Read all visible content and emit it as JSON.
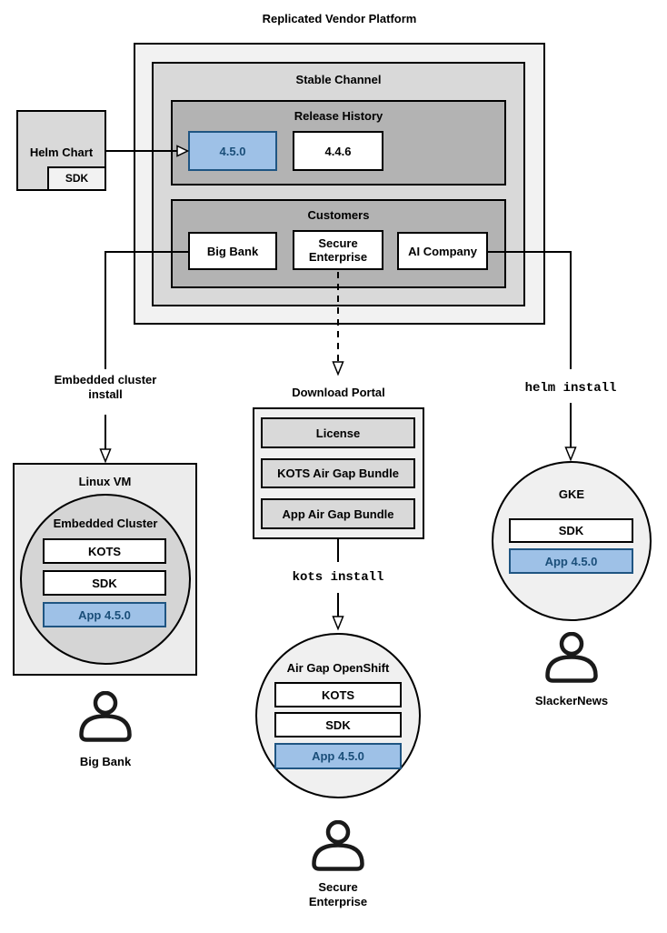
{
  "title": "Replicated Vendor Platform",
  "platform": {
    "stable_channel": {
      "label": "Stable Channel",
      "release_history": {
        "label": "Release History",
        "releases": [
          "4.5.0",
          "4.4.6"
        ]
      },
      "customers": {
        "label": "Customers",
        "items": [
          "Big Bank",
          "Secure Enterprise",
          "AI Company"
        ]
      }
    }
  },
  "helm_chart": {
    "label": "Helm Chart",
    "sdk_label": "SDK"
  },
  "branches": {
    "embedded": {
      "install_label": "Embedded cluster install",
      "host_label": "Linux VM",
      "cluster_label": "Embedded Cluster",
      "components": [
        "KOTS",
        "SDK"
      ],
      "app_label": "App 4.5.0",
      "user_label": "Big Bank"
    },
    "airgap": {
      "portal_label": "Download Portal",
      "portal_items": [
        "License",
        "KOTS Air Gap Bundle",
        "App Air Gap Bundle"
      ],
      "install_label": "kots install",
      "cluster_label": "Air Gap OpenShift",
      "components": [
        "KOTS",
        "SDK"
      ],
      "app_label": "App 4.5.0",
      "user_label": "Secure Enterprise"
    },
    "helm": {
      "install_label": "helm install",
      "cluster_label": "GKE",
      "components": [
        "SDK"
      ],
      "app_label": "App 4.5.0",
      "user_label": "SlackerNews"
    }
  },
  "colors": {
    "highlight_fill": "#9ec1e7",
    "highlight_border": "#1f5582",
    "highlight_text": "#1a4e79",
    "panel_lightest": "#f2f2f2",
    "panel_light": "#ececec",
    "panel_mid": "#d9d9d9",
    "panel_dark": "#b3b3b3",
    "stroke": "#000000"
  }
}
